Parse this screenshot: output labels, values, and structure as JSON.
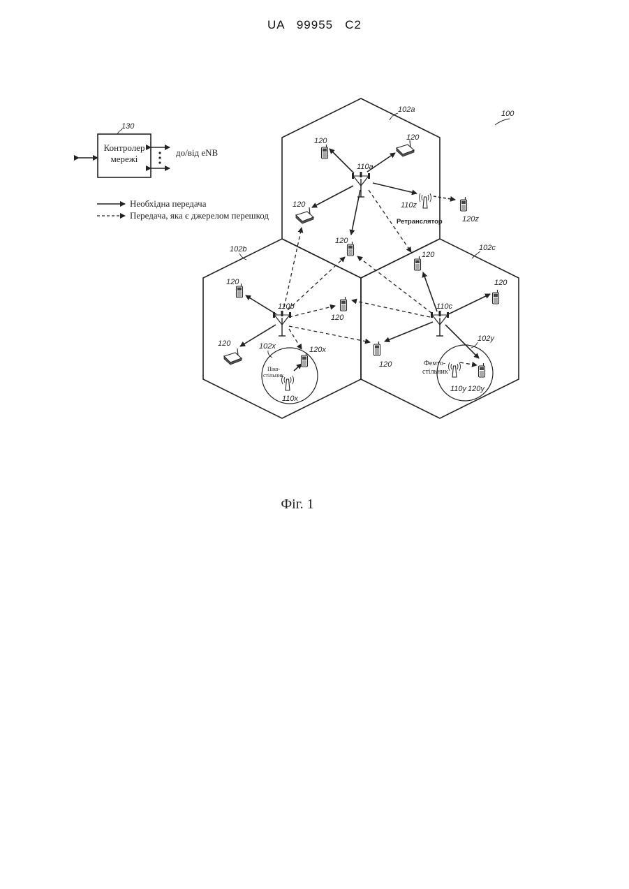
{
  "header": {
    "document_number": "UA   99955   C2"
  },
  "figure": {
    "system_ref": "100",
    "caption": "Фіг. 1",
    "controller": {
      "ref": "130",
      "label_line1": "Контролер",
      "label_line2": "мережі",
      "link_label": "до/від eNB"
    },
    "legend": {
      "solid": "Необхідна передача",
      "dashed": "Передача, яка є джерелом перешкод"
    },
    "cells": {
      "a": "102a",
      "b": "102b",
      "c": "102c",
      "x": "102x",
      "y": "102y"
    },
    "stations": {
      "a": "110a",
      "b": "110b",
      "c": "110c",
      "x": "110x",
      "y": "110y",
      "z": "110z",
      "relay_label": "Ретранслятор",
      "pico_line1": "Піко-",
      "pico_line2": "стільник",
      "femto_line1": "Фемто-",
      "femto_line2": "стільник"
    },
    "ue": {
      "generic": "120",
      "x": "120x",
      "y": "120y",
      "z": "120z"
    }
  }
}
